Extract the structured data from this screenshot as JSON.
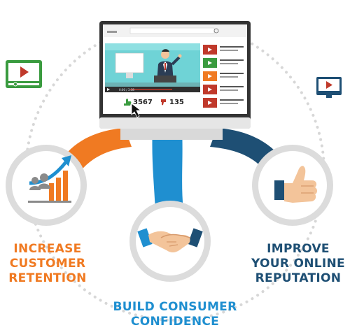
{
  "monitor": {
    "likes": "3567",
    "dislikes": "135",
    "video_time": "0:00 / 3:38"
  },
  "features": {
    "retention": [
      "INCREASE",
      "CUSTOMER",
      "RETENTION"
    ],
    "confidence": [
      "BUILD CONSUMER",
      "CONFIDENCE"
    ],
    "reputation": [
      "IMPROVE",
      "YOUR ONLINE",
      "REPUTATION"
    ]
  },
  "colors": {
    "orange": "#f07a22",
    "blue": "#1f8fd0",
    "navy": "#1e4f74",
    "green_icon": "#3a9b3f",
    "dot_ring": "#d7d7d7"
  },
  "icons": [
    "video-player-icon",
    "monitor-play-icon",
    "growth-chart-icon",
    "handshake-icon",
    "thumbs-up-icon",
    "like-icon",
    "dislike-icon",
    "cursor-icon"
  ]
}
